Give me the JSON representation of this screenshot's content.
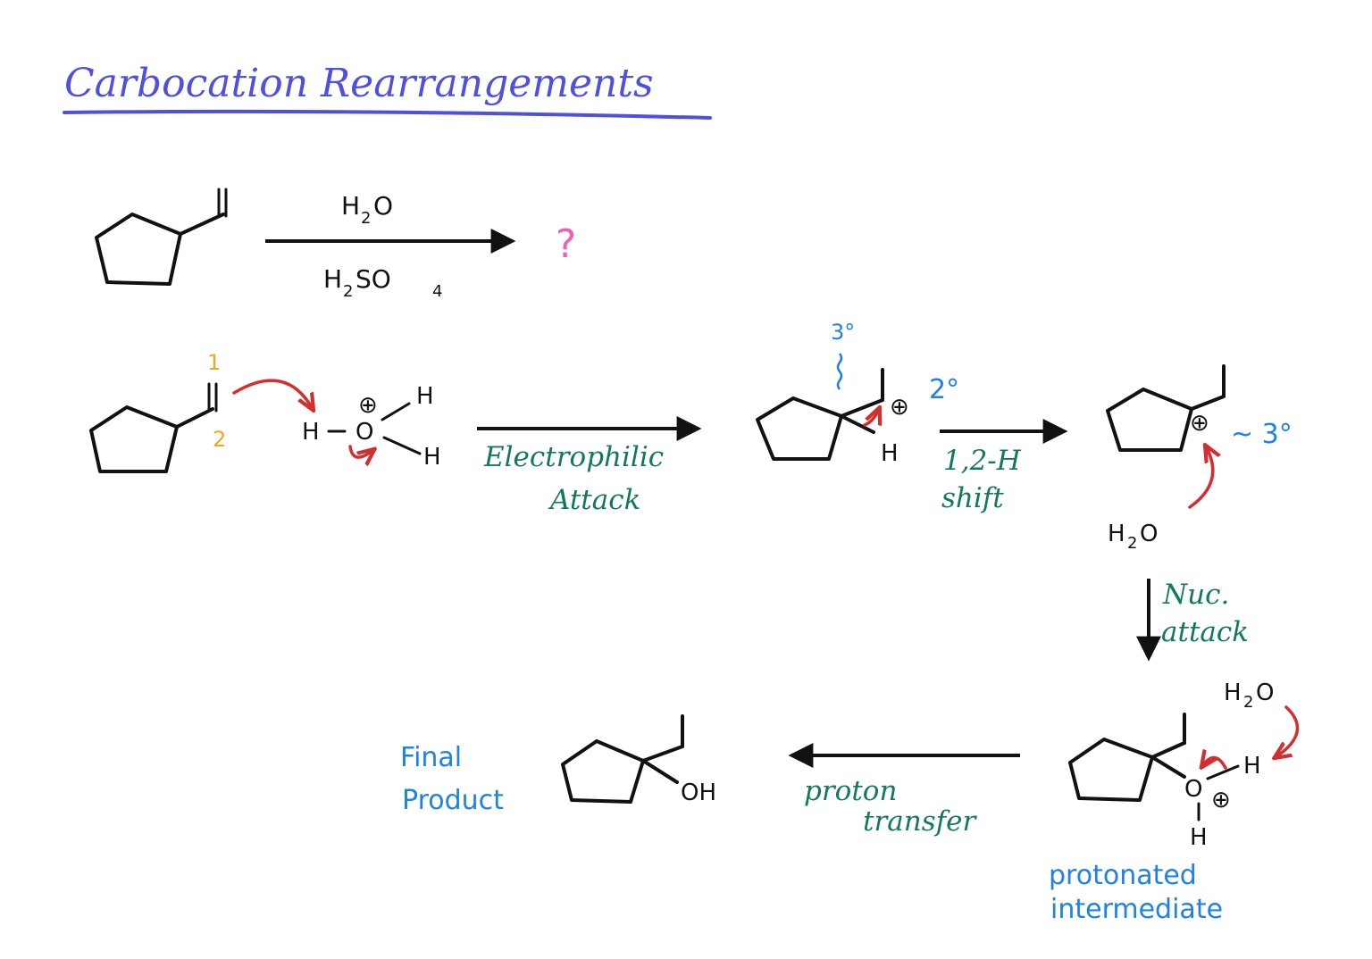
{
  "title": "Carbocation Rearrangements",
  "reaction": {
    "reagent_top": "H",
    "reagent_top_sub": "2",
    "reagent_top_end": "O",
    "reagent_bottom": "H",
    "reagent_bottom_sub": "2",
    "reagent_bottom_mid": "SO",
    "reagent_bottom_sub2": "4",
    "unknown": "?"
  },
  "labels": {
    "num1": "1",
    "num2": "2",
    "h": "H",
    "o": "O",
    "plus": "⊕",
    "tert": "3°",
    "sec": "2°",
    "approx_tert": "~ 3°",
    "h2o_a": "H",
    "h2o_sub": "2",
    "h2o_o": "O",
    "oh": "OH",
    "dash": "–"
  },
  "steps": {
    "electrophilic_1": "Electrophilic",
    "electrophilic_2": "Attack",
    "shift_1": "1,2-H",
    "shift_2": "shift",
    "nuc_1": "Nuc.",
    "nuc_2": "attack",
    "proton_1": "proton",
    "proton_2": "transfer"
  },
  "annotations": {
    "final_1": "Final",
    "final_2": "Product",
    "intermediate_1": "protonated",
    "intermediate_2": "intermediate"
  },
  "colors": {
    "title": "#4f4fe0",
    "step_label": "#137a57",
    "annotation": "#1e82e6",
    "curved_arrow": "#d32f2f",
    "numbering": "#f5a623",
    "question": "#ef5fb6"
  }
}
